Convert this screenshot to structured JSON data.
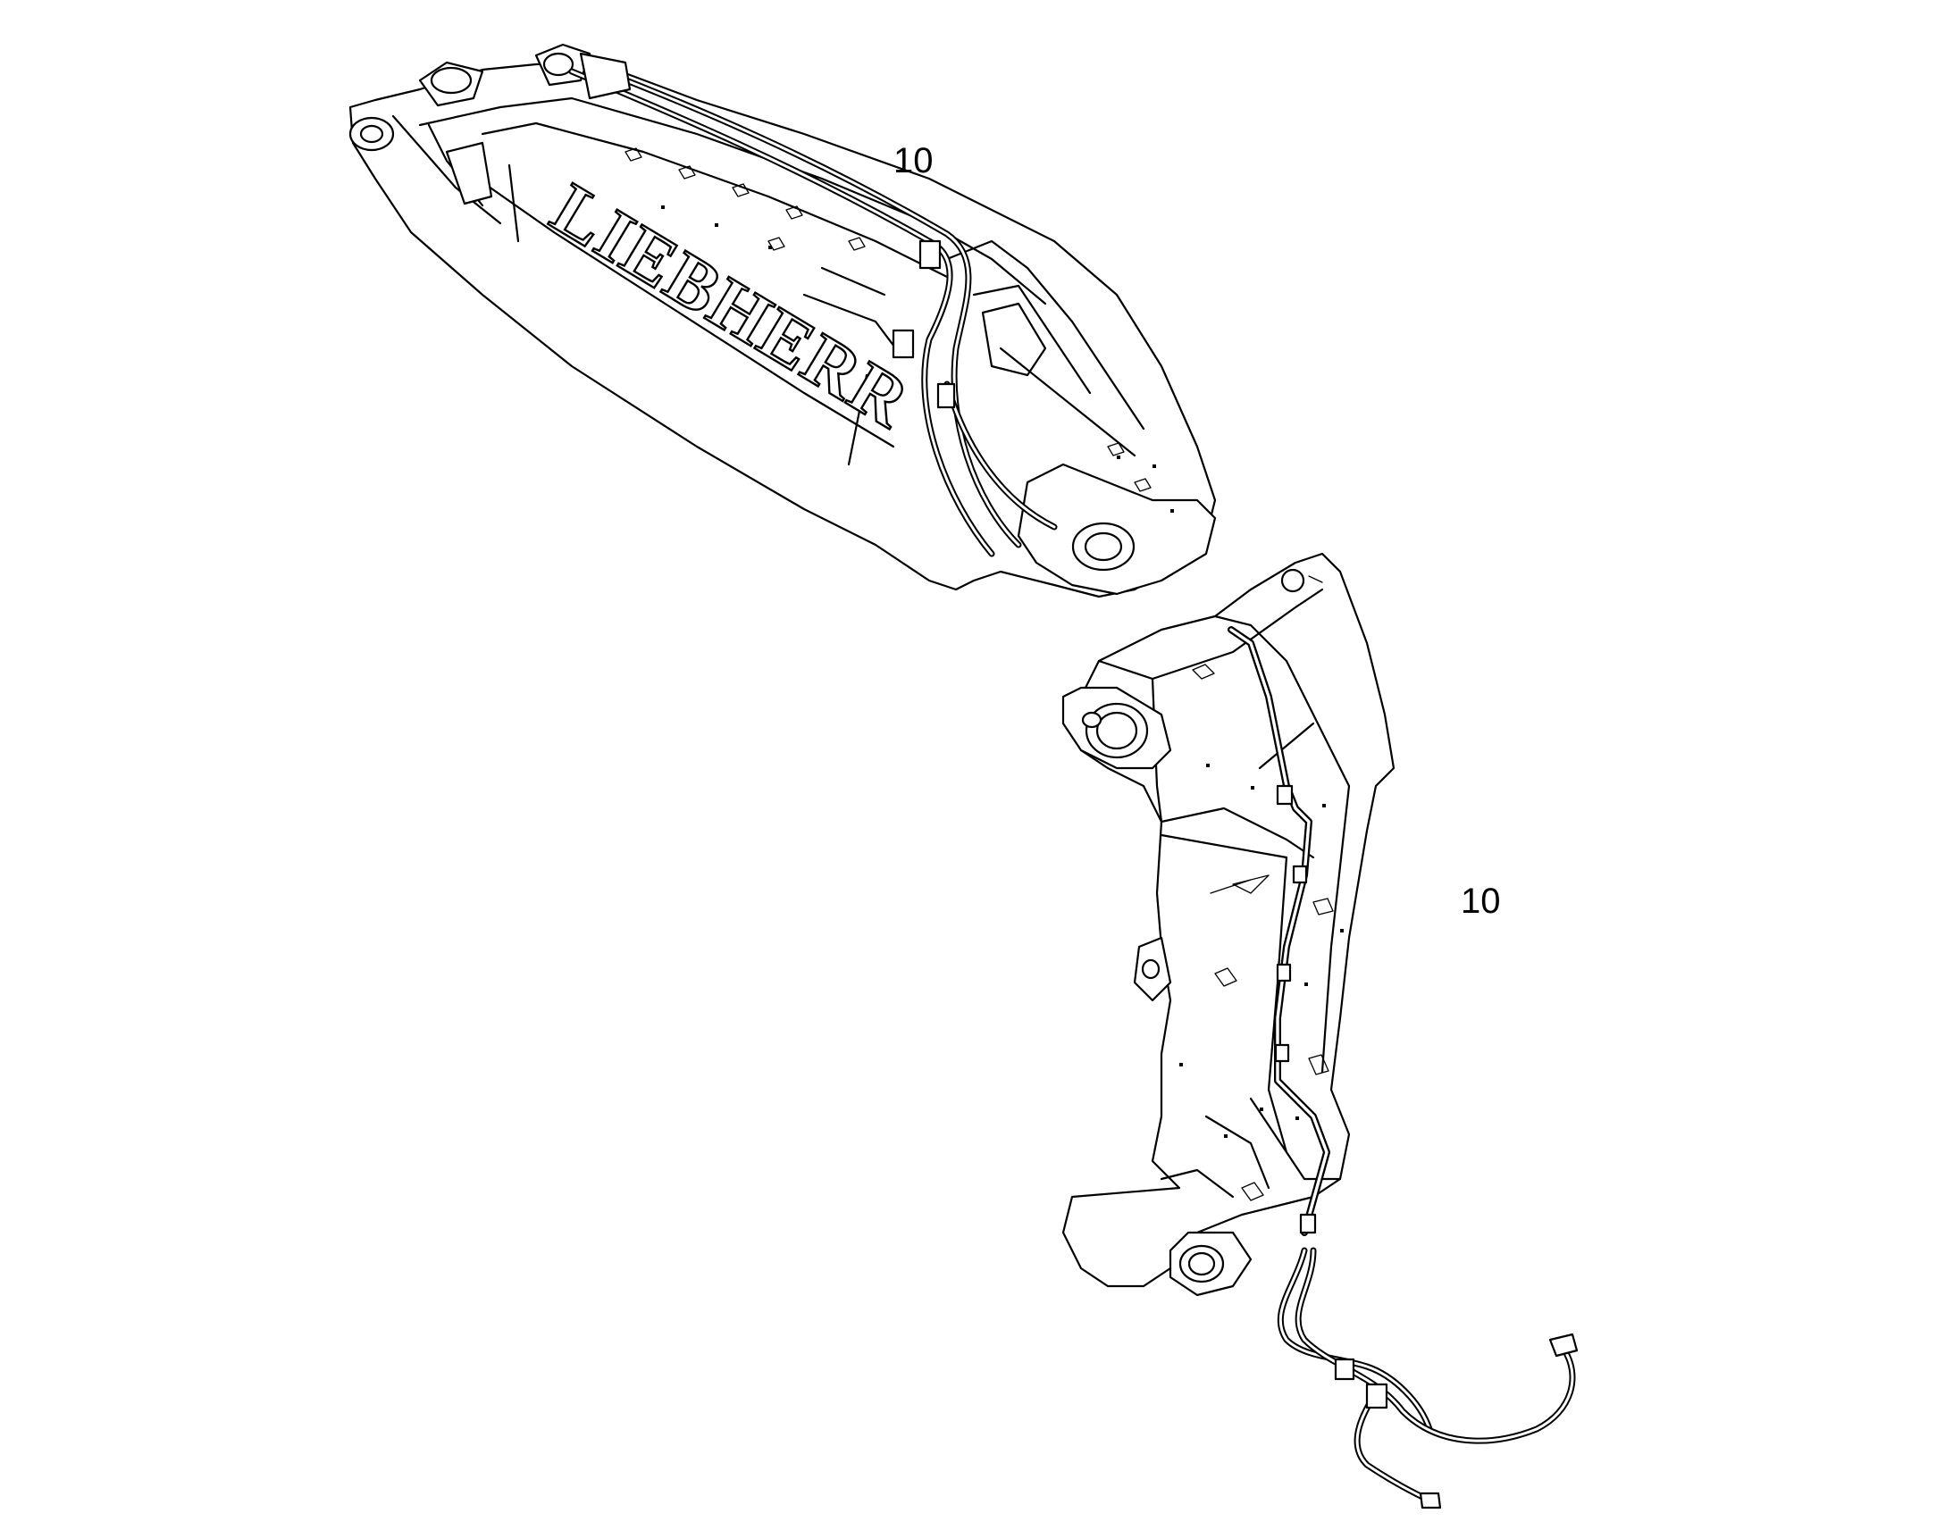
{
  "callouts": [
    {
      "id": "stick-callout",
      "text": "10"
    },
    {
      "id": "boom-callout",
      "text": "10"
    }
  ],
  "stick": {
    "brand_text": "LIEBHERR"
  },
  "icons": [
    "stick-assembly-drawing",
    "boom-assembly-drawing",
    "hydraulic-line-drawing"
  ],
  "colors": {
    "line": "#000000",
    "background": "#ffffff"
  }
}
